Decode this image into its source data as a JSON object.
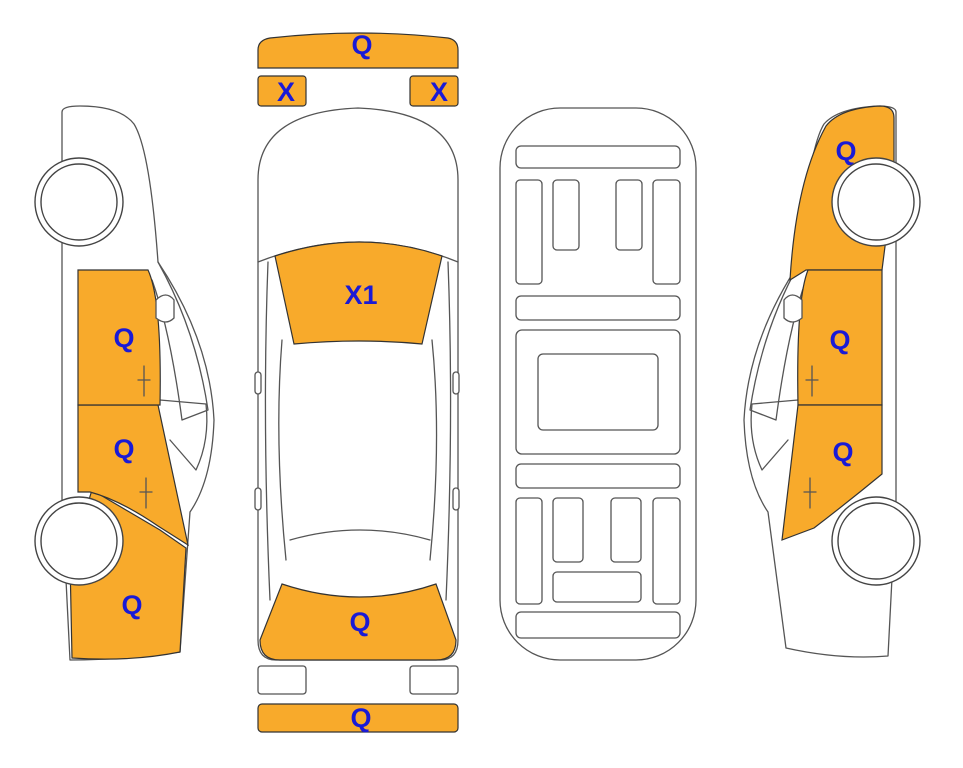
{
  "colors": {
    "damage_fill": "#f8aa2b",
    "code_text": "#1a1ad6",
    "outline": "#555555"
  },
  "panels": {
    "front_bumper_strip": "Q",
    "front_left_light": "X",
    "front_right_light": "X",
    "windshield": "X1",
    "rear_window": "Q",
    "rear_bumper_strip": "Q",
    "left_front_door": "Q",
    "left_rear_door": "Q",
    "left_rear_quarter": "Q",
    "right_front_fender": "Q",
    "right_front_door": "Q",
    "right_rear_door": "Q"
  }
}
